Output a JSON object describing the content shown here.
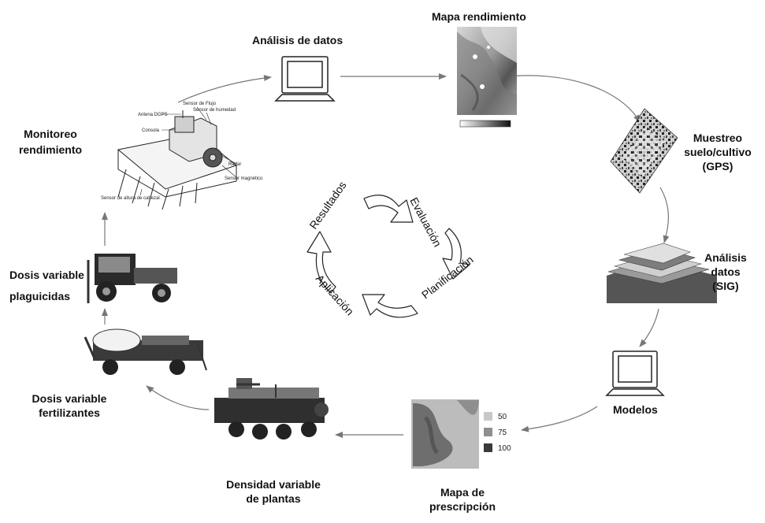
{
  "nodes": {
    "analisis_datos": {
      "line1": "Análisis de datos"
    },
    "mapa_rendimiento": {
      "line1": "Mapa rendimiento"
    },
    "muestreo": {
      "line1": "Muestreo",
      "line2": "suelo/cultivo",
      "line3": "(GPS)"
    },
    "analisis_sig": {
      "line1": "Análisis",
      "line2": "datos",
      "line3": "(SIG)"
    },
    "modelos": {
      "line1": "Modelos"
    },
    "mapa_prescripcion": {
      "line1": "Mapa de",
      "line2": "prescripción",
      "legend": [
        "50",
        "75",
        "100"
      ]
    },
    "densidad": {
      "line1": "Densidad  variable",
      "line2": "de plantas"
    },
    "dosis_fert": {
      "line1": "Dosis variable",
      "line2": "fertilizantes"
    },
    "dosis_plag": {
      "line1": "Dosis variable",
      "line2": "plaguicidas"
    },
    "monitoreo": {
      "line1": "Monitoreo",
      "line2": "rendimiento"
    }
  },
  "harvester_labels": {
    "antena": "Antena DGPS",
    "consola": "Consola",
    "flujo": "Sensor de Flujo",
    "humedad": "Sensor de humedad",
    "radar": "Radar",
    "magnetico": "Sensor magnético",
    "altura": "Sensor de altura de cabezal"
  },
  "cycle": {
    "evaluacion": "Evaluación",
    "planificacion": "Planificación",
    "aplicacion": "Aplicación",
    "resultados": "Resultados"
  },
  "colors": {
    "arrow": "#777777",
    "text": "#111111",
    "map_light": "#c8c8c8",
    "map_dark": "#3a3a3a"
  }
}
